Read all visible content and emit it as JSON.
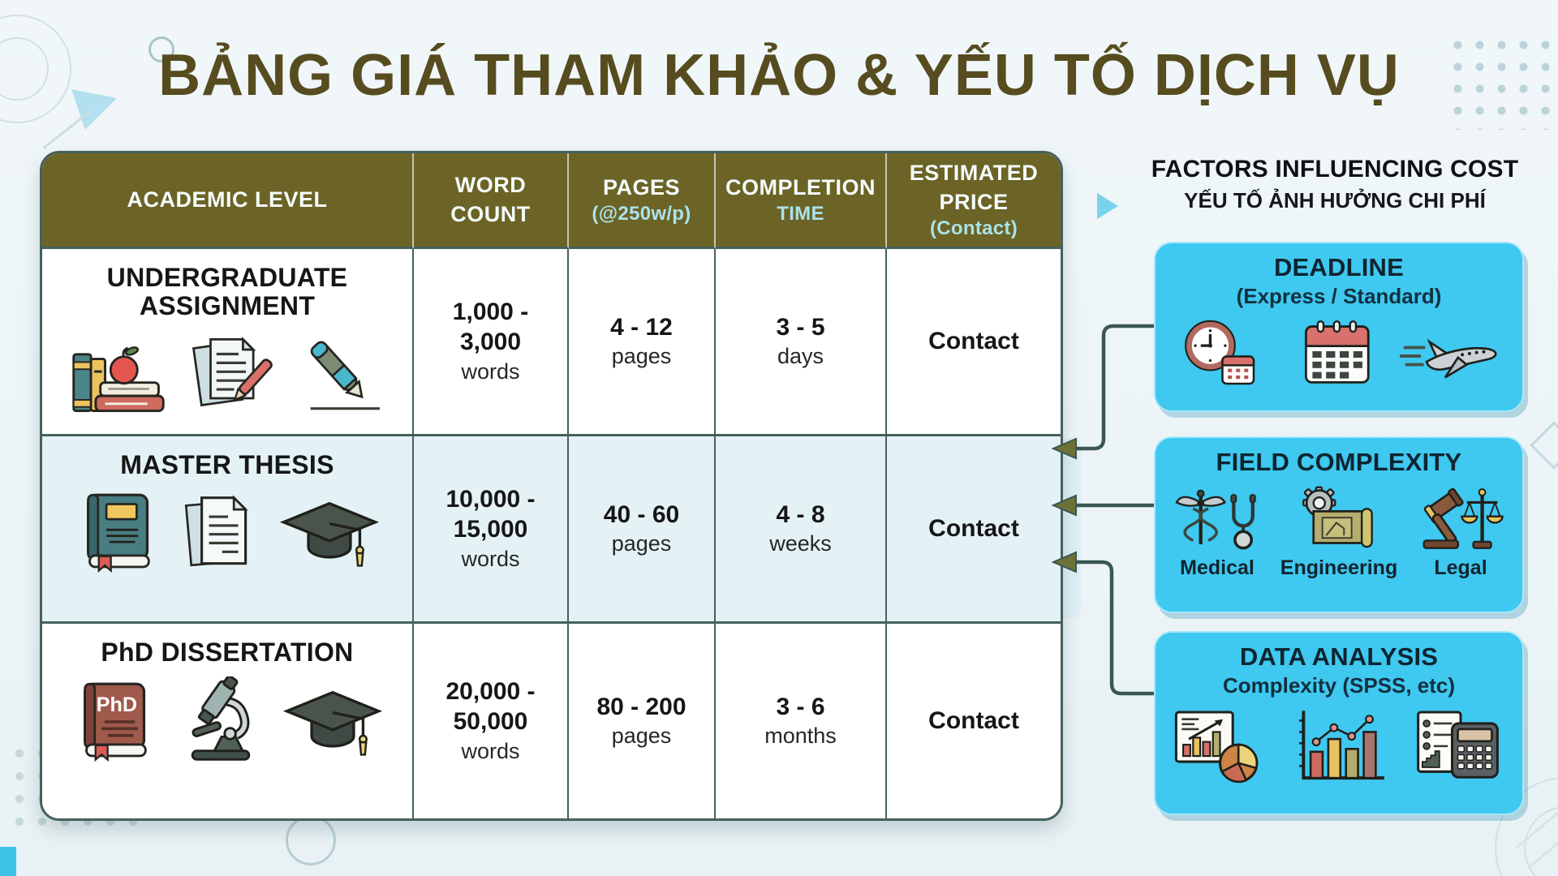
{
  "title": "BẢNG GIÁ THAM KHẢO & YẾU TỐ DỊCH VỤ",
  "colors": {
    "header_olive": "#6c6326",
    "card_cyan": "#3fc8f0",
    "row_highlight": "#e4f2f6",
    "title_olive": "#574c1f",
    "arrow_line": "#3a5751",
    "arrowhead": "#6e7136"
  },
  "table": {
    "headers": {
      "col1": "ACADEMIC LEVEL",
      "col2_line1": "WORD",
      "col2_line2": "COUNT",
      "col3_line1": "PAGES",
      "col3_line2": "(@250w/p)",
      "col4_line1": "COMPLETION",
      "col4_line2": "TIME",
      "col5_line1": "ESTIMATED",
      "col5_line2": "PRICE",
      "col5_line3": "(Contact)"
    },
    "rows": [
      {
        "level_line1": "UNDERGRADUATE",
        "level_line2": "ASSIGNMENT",
        "icons": [
          "books-apple-icon",
          "paper-pen-icon",
          "pen-icon"
        ],
        "words_range_1": "1,000 -",
        "words_range_2": "3,000",
        "words_unit": "words",
        "pages_range": "4 - 12",
        "pages_unit": "pages",
        "time_range": "3 - 5",
        "time_unit": "days",
        "price": "Contact"
      },
      {
        "level_line1": "MASTER THESIS",
        "level_line2": "",
        "icons": [
          "teal-book-icon",
          "papers-icon",
          "graduation-cap-icon"
        ],
        "words_range_1": "10,000 -",
        "words_range_2": "15,000",
        "words_unit": "words",
        "pages_range": "40 - 60",
        "pages_unit": "pages",
        "time_range": "4 - 8",
        "time_unit": "weeks",
        "price": "Contact"
      },
      {
        "level_line1": "PhD DISSERTATION",
        "level_line2": "",
        "book_label": "PhD",
        "icons": [
          "phd-book-icon",
          "microscope-icon",
          "graduation-cap-icon"
        ],
        "words_range_1": "20,000 -",
        "words_range_2": "50,000",
        "words_unit": "words",
        "pages_range": "80 - 200",
        "pages_unit": "pages",
        "time_range": "3 - 6",
        "time_unit": "months",
        "price": "Contact"
      }
    ]
  },
  "factors": {
    "heading_en": "FACTORS INFLUENCING COST",
    "heading_vi": "YẾU TỐ ẢNH HƯỞNG CHI PHÍ",
    "cards": [
      {
        "title": "DEADLINE",
        "subtitle": "(Express / Standard)",
        "icons": [
          "clock-calendar-icon",
          "calendar-icon",
          "airplane-icon"
        ]
      },
      {
        "title": "FIELD COMPLEXITY",
        "labels": [
          "Medical",
          "Engineering",
          "Legal"
        ],
        "icons": [
          "caduceus-stethoscope-icon",
          "gear-blueprint-icon",
          "gavel-scales-icon"
        ]
      },
      {
        "title": "DATA ANALYSIS",
        "subtitle": "Complexity (SPSS, etc)",
        "icons": [
          "chart-pie-report-icon",
          "bar-line-chart-icon",
          "document-calculator-icon"
        ]
      }
    ]
  }
}
